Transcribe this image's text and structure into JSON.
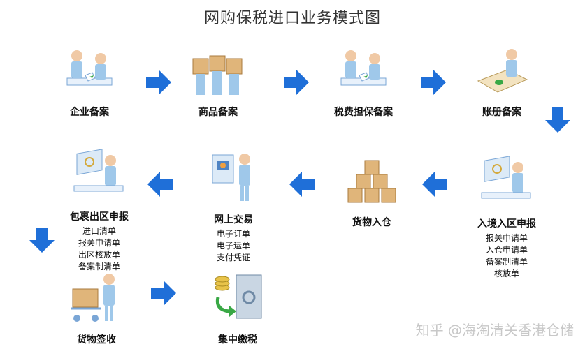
{
  "title": "网购保税进口业务模式图",
  "nodes": [
    {
      "id": "n1",
      "label": "企业备案",
      "subs": []
    },
    {
      "id": "n2",
      "label": "商品备案",
      "subs": []
    },
    {
      "id": "n3",
      "label": "税费担保备案",
      "subs": []
    },
    {
      "id": "n4",
      "label": "账册备案",
      "subs": []
    },
    {
      "id": "n5",
      "label": "入境入区申报",
      "subs": [
        "报关申请单",
        "入仓申请单",
        "备案制清单",
        "核放单"
      ]
    },
    {
      "id": "n6",
      "label": "货物入仓",
      "subs": []
    },
    {
      "id": "n7",
      "label": "网上交易",
      "subs": [
        "电子订单",
        "电子运单",
        "支付凭证"
      ]
    },
    {
      "id": "n8",
      "label": "包裹出区申报",
      "subs": [
        "进口清单",
        "报关申请单",
        "出区核放单",
        "备案制清单"
      ]
    },
    {
      "id": "n9",
      "label": "货物签收",
      "subs": []
    },
    {
      "id": "n10",
      "label": "集中缴税",
      "subs": []
    }
  ],
  "watermark": "知乎 @海淘清关香港仓储",
  "colors": {
    "arrow": "#1f6fd8",
    "figure": "#9fc8ea",
    "box": "#e0b57a"
  }
}
